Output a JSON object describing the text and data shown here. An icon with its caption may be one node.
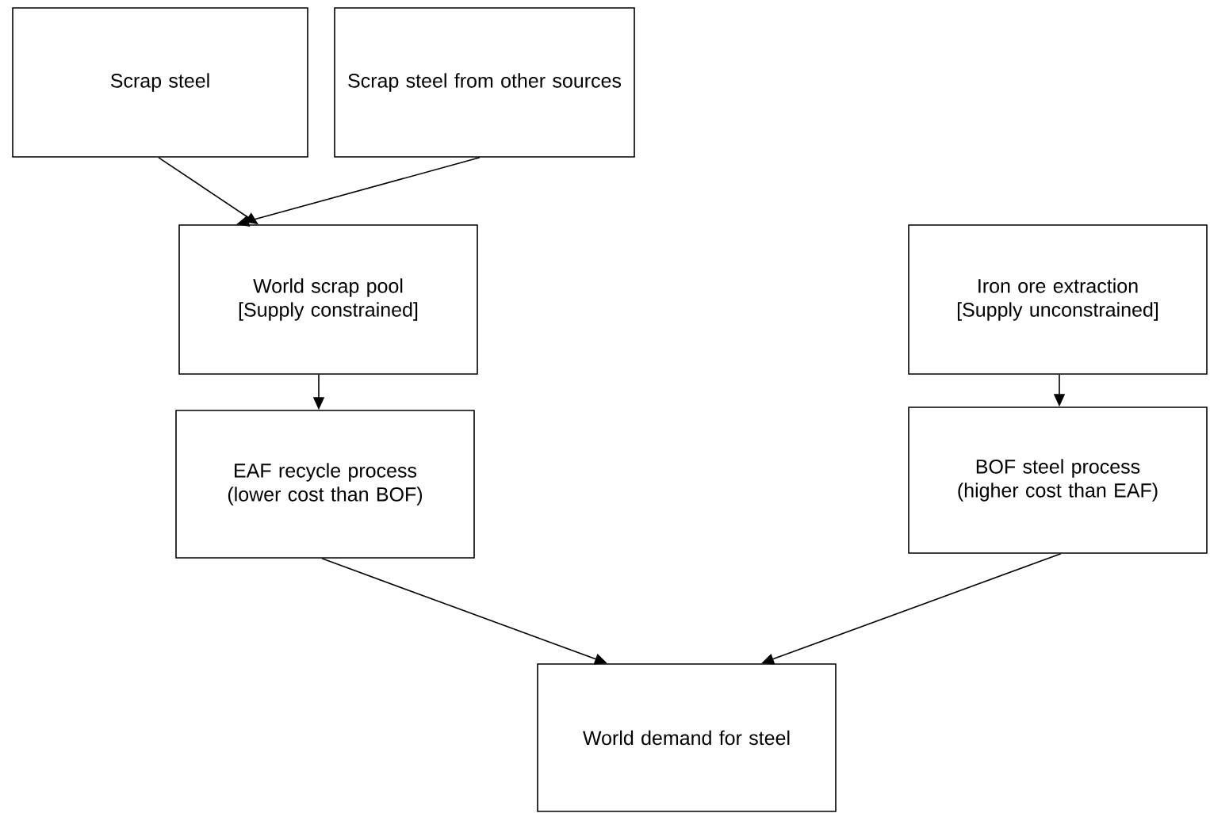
{
  "diagram": {
    "nodes": [
      {
        "text": [
          "Scrap steel"
        ]
      },
      {
        "text": [
          "Scrap steel from other sources"
        ]
      },
      {
        "text": [
          "World scrap pool [Supply constrained]"
        ]
      },
      {
        "text": [
          "EAF recycle process (lower cost than BOF)"
        ]
      },
      {
        "text": [
          "Iron ore extraction [Supply unconstrained]"
        ]
      },
      {
        "text": [
          "BOF steel process (higher cost than EAF)"
        ]
      },
      {
        "text": [
          "World demand for steel"
        ]
      }
    ],
    "edges": [
      {
        "from": 0,
        "to": 2,
        "arrow": "to"
      },
      {
        "from": 1,
        "to": 2,
        "arrow": "to"
      },
      {
        "from": 2,
        "to": 3,
        "arrow": "to"
      },
      {
        "from": 4,
        "to": 5,
        "arrow": "to"
      },
      {
        "from": 3,
        "to": 6,
        "arrow": "to"
      },
      {
        "from": 5,
        "to": 6,
        "arrow": "to"
      }
    ]
  }
}
